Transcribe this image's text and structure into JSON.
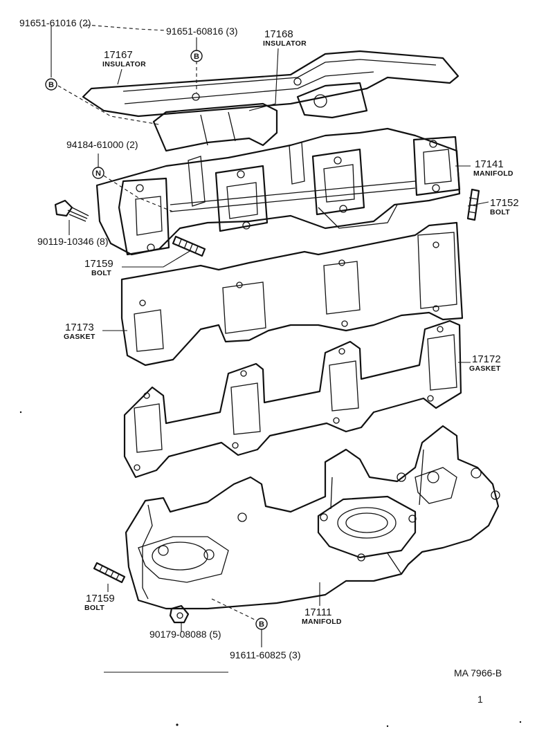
{
  "callouts": {
    "c_91651_61016": "91651-61016 (2)",
    "c_91651_60816": "91651-60816 (3)",
    "c_17168": "17168",
    "c_17168_sub": "INSULATOR",
    "c_17167": "17167",
    "c_17167_sub": "INSULATOR",
    "c_94184": "94184-61000 (2)",
    "c_17141": "17141",
    "c_17141_sub": "MANIFOLD",
    "c_17152": "17152",
    "c_17152_sub": "BOLT",
    "c_90119": "90119-10346 (8)",
    "c_17159a": "17159",
    "c_17159a_sub": "BOLT",
    "c_17173": "17173",
    "c_17173_sub": "GASKET",
    "c_17172": "17172",
    "c_17172_sub": "GASKET",
    "c_17159b": "17159",
    "c_17159b_sub": "BOLT",
    "c_17111": "17111",
    "c_17111_sub": "MANIFOLD",
    "c_90179": "90179-08088 (5)",
    "c_91611": "91611-60825 (3)"
  },
  "markers": {
    "b": "B",
    "n": "N"
  },
  "figure_code": "MA  7966-B",
  "page_mark": "1"
}
